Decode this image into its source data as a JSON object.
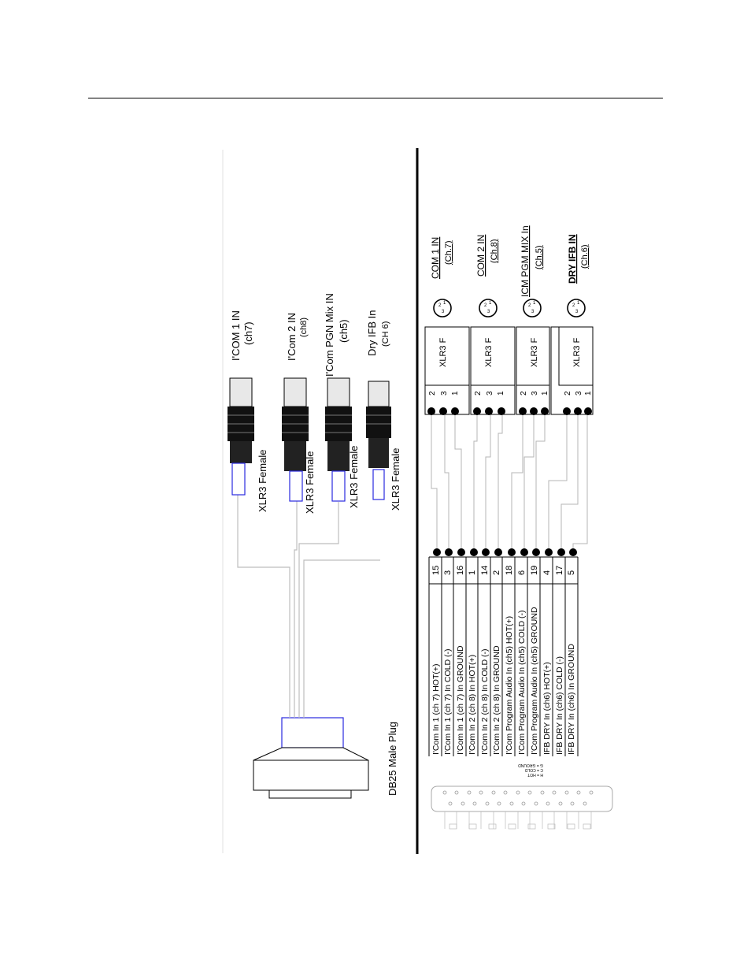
{
  "left_panel": {
    "plug_label": "DB25 Male Plug",
    "cables": [
      {
        "title": "I'COM 1 IN",
        "channel": "(ch7)",
        "connector": "XLR3 Female"
      },
      {
        "title": "I'Com 2 IN",
        "channel": "(ch8)",
        "connector": "XLR3 Female"
      },
      {
        "title": "I'Com PGN Mix IN",
        "channel": "(ch5)",
        "connector": "XLR3 Female"
      },
      {
        "title": "Dry IFB In",
        "channel": "(CH 6)",
        "connector": "XLR3 Female"
      }
    ]
  },
  "right_panel": {
    "connectors": [
      {
        "title": "COM 1 IN",
        "channel": "(Ch.7)",
        "type": "XLR3 F",
        "pins": [
          "2",
          "3",
          "1"
        ]
      },
      {
        "title": "COM 2 IN",
        "channel": "(Ch.8)",
        "type": "XLR3 F",
        "pins": [
          "2",
          "3",
          "1"
        ]
      },
      {
        "title": "ICM PGM MIX In",
        "channel": "(Ch.5)",
        "type": "XLR3 F",
        "pins": [
          "2",
          "3",
          "1"
        ]
      },
      {
        "title": "DRY IFB IN",
        "channel": "(Ch.6)",
        "type": "XLR3 F",
        "pins": [
          "2",
          "3",
          "1"
        ]
      }
    ],
    "pinout": [
      {
        "pin": "15",
        "label": "I'Com In 1 (ch 7) HOT(+)"
      },
      {
        "pin": "3",
        "label": "I'Com In 1 (ch 7) In COLD (-)"
      },
      {
        "pin": "16",
        "label": "I'Com In 1 (ch 7) In GROUND"
      },
      {
        "pin": "1",
        "label": "I'Com In 2 (ch 8)  In HOT(+)"
      },
      {
        "pin": "14",
        "label": "I'Com In 2 (ch 8) In COLD (-)"
      },
      {
        "pin": "2",
        "label": "I'Com In 2 (ch 8) In GROUND"
      },
      {
        "pin": "18",
        "label": "I'Com Program Audio In (ch5) HOT(+)"
      },
      {
        "pin": "6",
        "label": "I'Com Program Audio In (ch5)  COLD (-)"
      },
      {
        "pin": "19",
        "label": "I'Com Program Audio In (ch5) GROUND"
      },
      {
        "pin": "4",
        "label": "IFB DRY In (ch6) HOT(+)"
      },
      {
        "pin": "17",
        "label": "IFB DRY In (ch6) COLD (-)"
      },
      {
        "pin": "5",
        "label": "IFB DRY In (ch6)  In GROUND"
      }
    ],
    "legend": [
      "H = HOT",
      "C = COLD",
      "G = GROUND"
    ]
  }
}
